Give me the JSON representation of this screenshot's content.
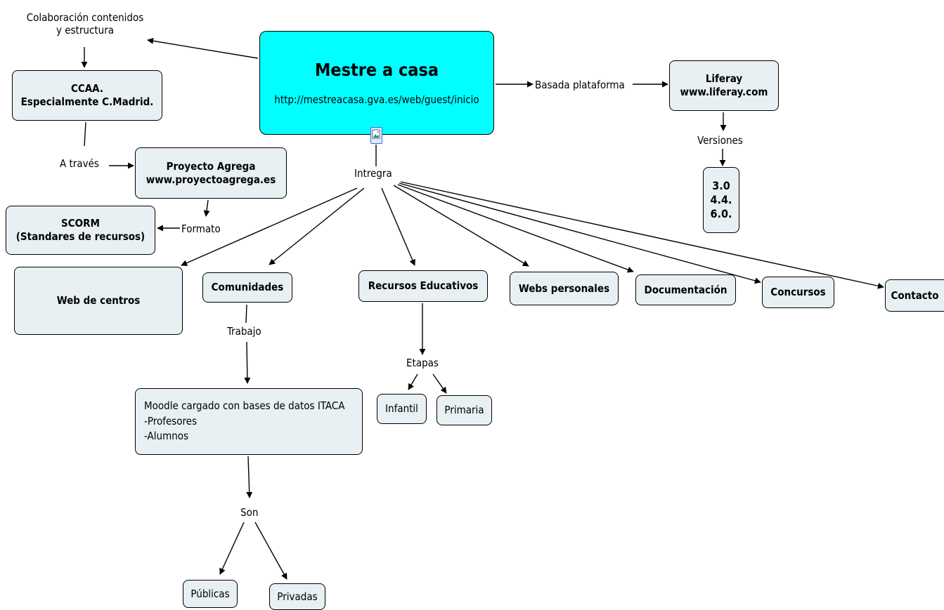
{
  "map": {
    "main_title": "Mestre a casa",
    "main_url": "http://mestreacasa.gva.es/web/guest/inicio",
    "integra_label": "Intregra",
    "colab_label": "Colaboración contenidos\ny estructura",
    "ccaa_node": "CCAA.\nEspecialmente C.Madrid.",
    "a_traves_label": "A través",
    "agrega_node": "Proyecto Agrega\nwww.proyectoagrega.es",
    "formato_label": "Formato",
    "scorm_node": "SCORM\n(Standares de recursos)",
    "basada_label": "Basada plataforma",
    "liferay_node": "Liferay\nwww.liferay.com",
    "versiones_label": "Versiones",
    "versions_node": "3.0\n4.4.\n6.0.",
    "web_centros_node": "Web de centros",
    "comunidades_node": "Comunidades",
    "trabajo_label": "Trabajo",
    "moodle_node": "Moodle cargado con bases de datos ITACA\n-Profesores\n-Alumnos",
    "son_label": "Son",
    "publicas_node": "Públicas",
    "privadas_node": "Privadas",
    "recursos_node": "Recursos Educativos",
    "etapas_label": "Etapas",
    "infantil_node": "Infantil",
    "primaria_node": "Primaria",
    "webs_personales_node": "Webs personales",
    "documentacion_node": "Documentación",
    "concursos_node": "Concursos",
    "contacto_node": "Contacto"
  },
  "colors": {
    "main_fill": "#00ffff",
    "node_fill": "#e8f0f3",
    "line": "#000000"
  },
  "icons": {
    "media_attachment": "image-icon"
  }
}
